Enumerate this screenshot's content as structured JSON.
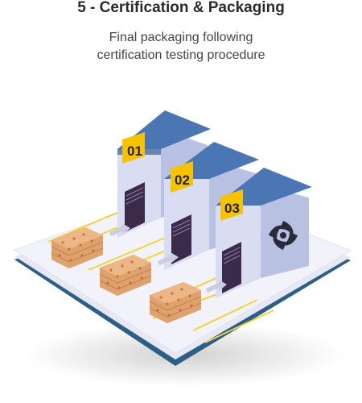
{
  "header": {
    "title": "5 - Certification & Packaging",
    "subtitle_line1": "Final packaging following",
    "subtitle_line2": "certification testing procedure"
  },
  "buildings": [
    {
      "number": "01"
    },
    {
      "number": "02"
    },
    {
      "number": "03"
    }
  ],
  "colors": {
    "roof": "#4a76b4",
    "roof_dark": "#3a5f93",
    "wall_front": "#d8ddf2",
    "wall_side": "#b9c1e3",
    "label": "#f7c200",
    "platform_top": "#eef0f8",
    "platform_edge": "#2c5e88",
    "path_line": "#f2d33a",
    "crate": "#e0a26c"
  },
  "icons": {
    "building_3_logo": "swirl-logo-icon",
    "arrows": "arrow-right-icon"
  }
}
